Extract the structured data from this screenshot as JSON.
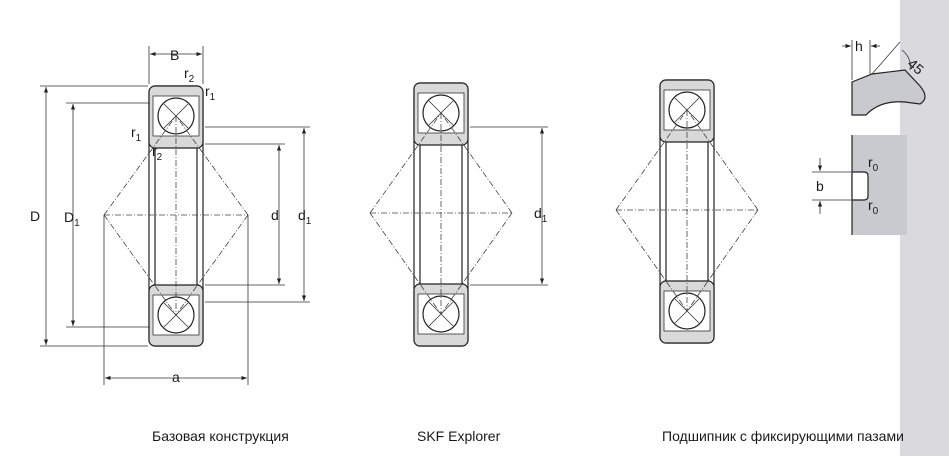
{
  "captions": {
    "basic": "Базовая конструкция",
    "explorer": "SKF Explorer",
    "locating_slots": "Подшипник с фиксирующими пазами"
  },
  "labels": {
    "B": "B",
    "D": "D",
    "D1_main": "D",
    "D1_sub": "1",
    "d": "d",
    "d1_main": "d",
    "d1_sub": "1",
    "a": "a",
    "r1_main": "r",
    "r1_sub": "1",
    "r2_main": "r",
    "r2_sub": "2",
    "h": "h",
    "b": "b",
    "angle": "45",
    "r0_main": "r",
    "r0_sub": "0"
  }
}
